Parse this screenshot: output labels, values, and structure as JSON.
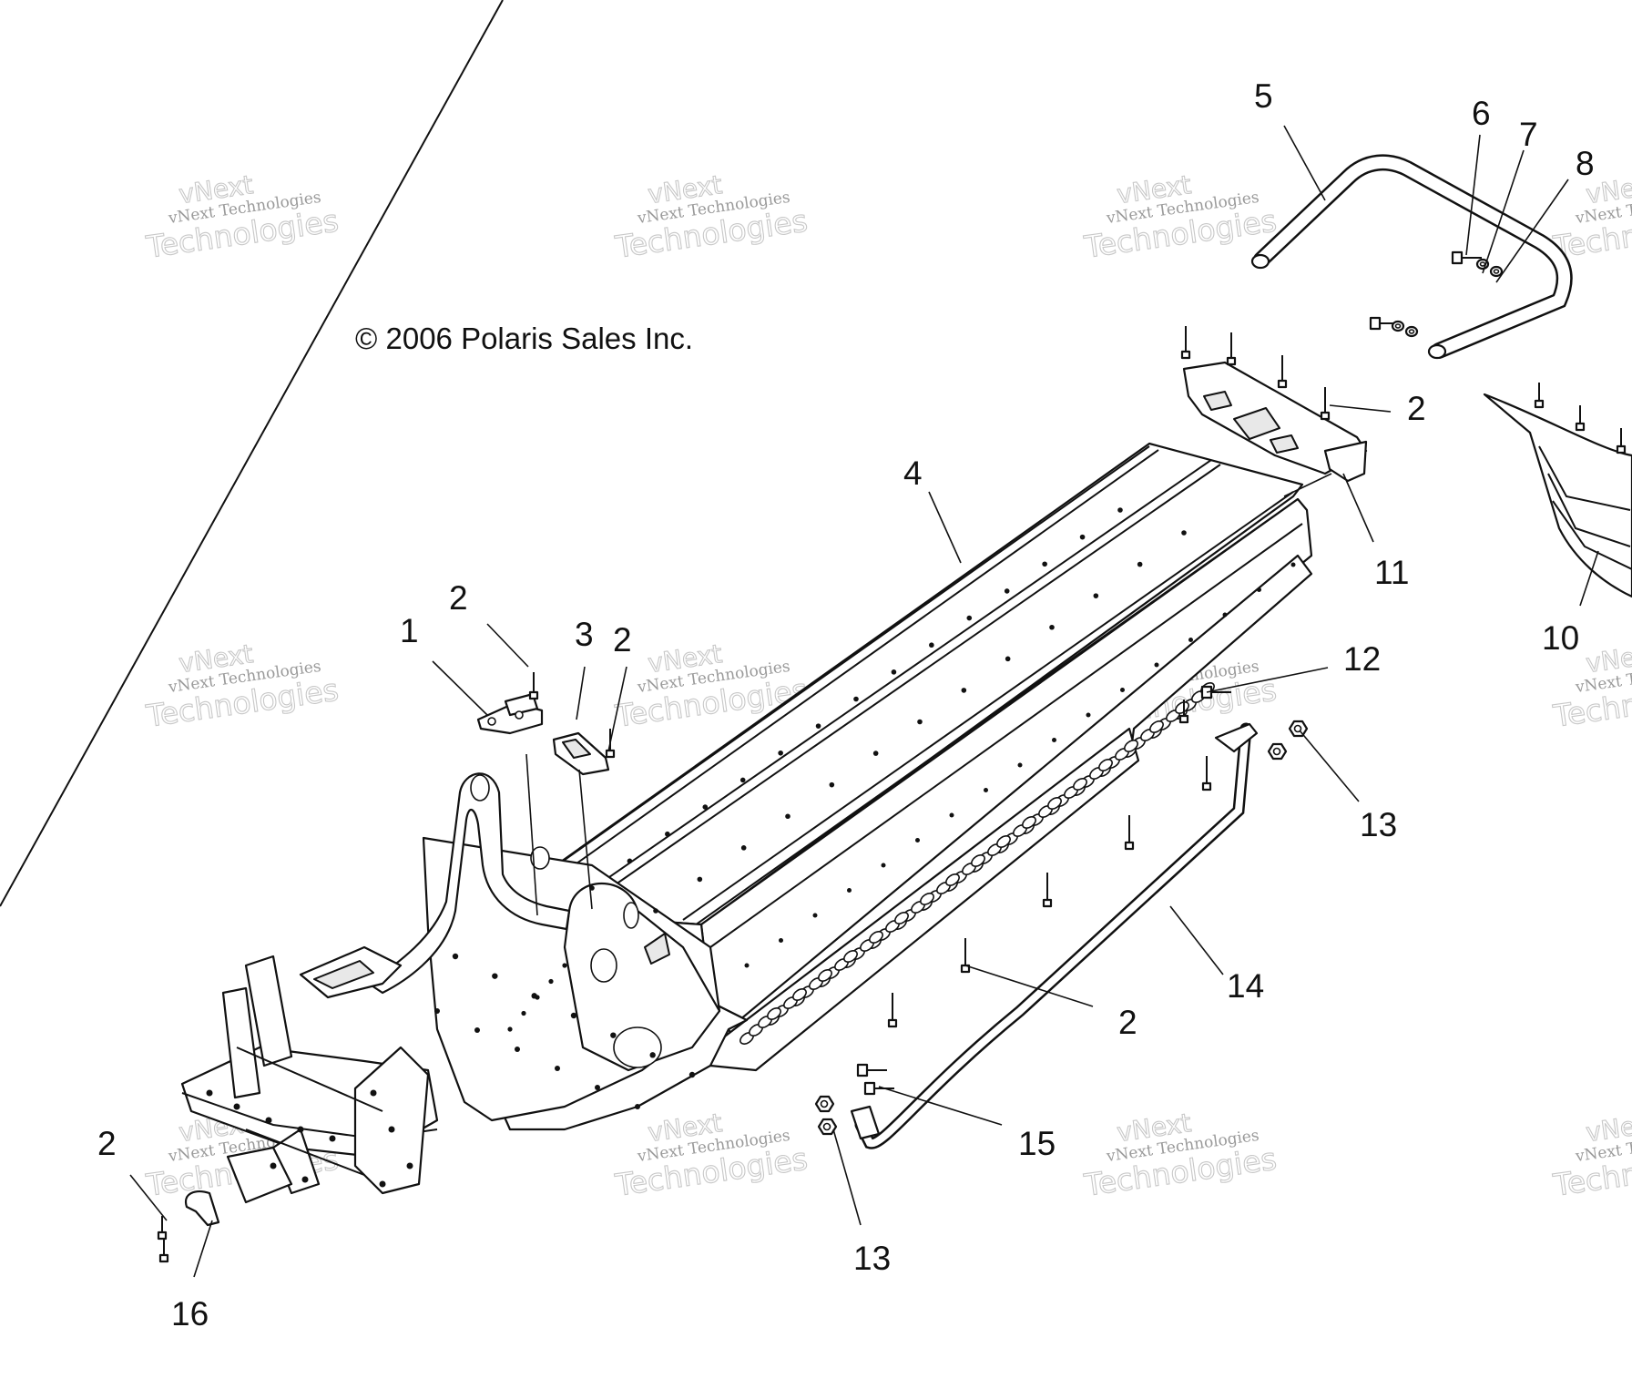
{
  "copyright": "© 2006 Polaris Sales Inc.",
  "watermark": {
    "small_text": "vNext Technologies",
    "outline_line1": "vNext",
    "outline_line2": "Technologies"
  },
  "callouts": [
    {
      "id": "callout-1",
      "label": "1"
    },
    {
      "id": "callout-2a",
      "label": "2"
    },
    {
      "id": "callout-3",
      "label": "3"
    },
    {
      "id": "callout-2b",
      "label": "2"
    },
    {
      "id": "callout-4",
      "label": "4"
    },
    {
      "id": "callout-5",
      "label": "5"
    },
    {
      "id": "callout-6",
      "label": "6"
    },
    {
      "id": "callout-7",
      "label": "7"
    },
    {
      "id": "callout-8",
      "label": "8"
    },
    {
      "id": "callout-2c",
      "label": "2"
    },
    {
      "id": "callout-11",
      "label": "11"
    },
    {
      "id": "callout-10",
      "label": "10"
    },
    {
      "id": "callout-12",
      "label": "12"
    },
    {
      "id": "callout-13a",
      "label": "13"
    },
    {
      "id": "callout-14",
      "label": "14"
    },
    {
      "id": "callout-2d",
      "label": "2"
    },
    {
      "id": "callout-15",
      "label": "15"
    },
    {
      "id": "callout-13b",
      "label": "13"
    },
    {
      "id": "callout-2e",
      "label": "2"
    },
    {
      "id": "callout-16",
      "label": "16"
    }
  ],
  "colors": {
    "line": "#111111",
    "watermark": "#c8c8c8",
    "background": "#ffffff"
  }
}
